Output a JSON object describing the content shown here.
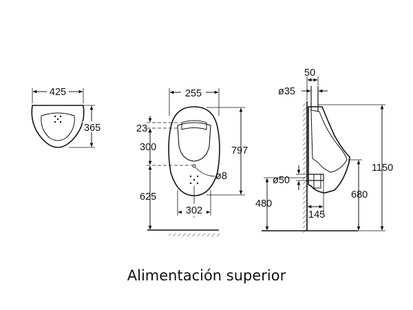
{
  "caption": "Alimentación superior",
  "top_view": {
    "width": "425",
    "depth": "365"
  },
  "front_view": {
    "top_width": "255",
    "inlet_offset": "23",
    "inlet_to_drain": "300",
    "overall_height": "797",
    "drain_hole": "ø8",
    "drain_height": "625",
    "fixing_width": "302"
  },
  "side_view": {
    "inlet_offset": "50",
    "inlet_diameter": "ø35",
    "outlet_diameter": "ø50",
    "overall_height": "1150",
    "outlet_height": "480",
    "rim_height": "680",
    "outlet_projection": "145"
  }
}
